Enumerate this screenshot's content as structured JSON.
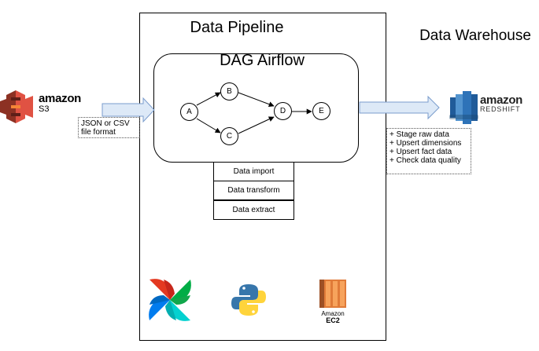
{
  "titles": {
    "pipeline": "Data Pipeline",
    "dag": "DAG Airflow",
    "warehouse": "Data Warehouse"
  },
  "nodes": {
    "a": "A",
    "b": "B",
    "c": "C",
    "d": "D",
    "e": "E"
  },
  "tasks": [
    "Data import",
    "Data transform",
    "Data extract"
  ],
  "source": {
    "brand": "amazon",
    "service": "S3",
    "note": [
      "JSON or CSV",
      "file format"
    ]
  },
  "target": {
    "brand": "amazon",
    "service": "REDSHIFT",
    "steps": [
      "+ Stage raw data",
      "+ Upsert dimensions",
      "+ Upsert fact data",
      "+ Check data quality"
    ]
  },
  "logos": {
    "airflow": "airflow-logo",
    "python": "python-logo",
    "ec2": {
      "line1": "Amazon",
      "line2": "EC2"
    }
  },
  "colors": {
    "s3": "#e05243",
    "redshift": "#2e73b8",
    "ec2": "#e07b39",
    "arrow": "#dde9f7",
    "arrow_stroke": "#7a9ccc"
  }
}
